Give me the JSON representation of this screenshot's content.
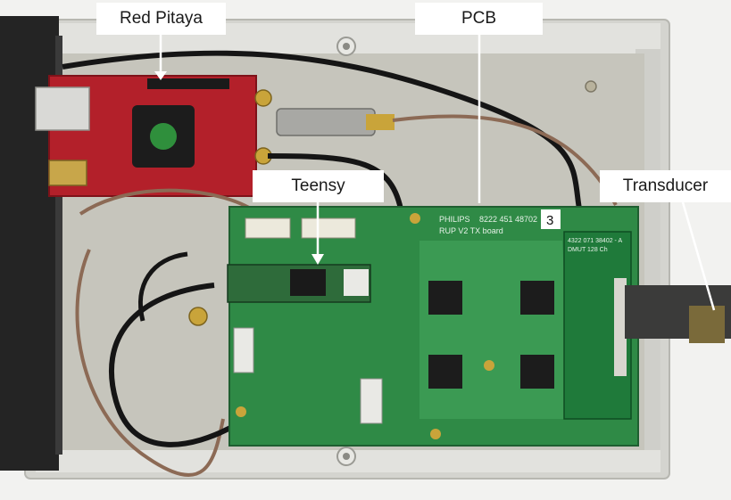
{
  "labels": {
    "red_pitaya": "Red Pitaya",
    "pcb": "PCB",
    "teensy": "Teensy",
    "transducer": "Transducer"
  },
  "pcb_markings": {
    "brand": "PHILIPS",
    "part_number": "8222 451 48702",
    "board_index": "3",
    "board_name": "RUP V2 TX board",
    "connector_code": "4322 071 38402 - A",
    "connector_label": "DMUT 128 Ch"
  },
  "colors": {
    "enclosure": "#ccccc7",
    "base_plate": "#c6c5bc",
    "red_pitaya_board": "#b3202a",
    "pcb_green": "#2f8a46",
    "label_background": "#ffffff"
  }
}
